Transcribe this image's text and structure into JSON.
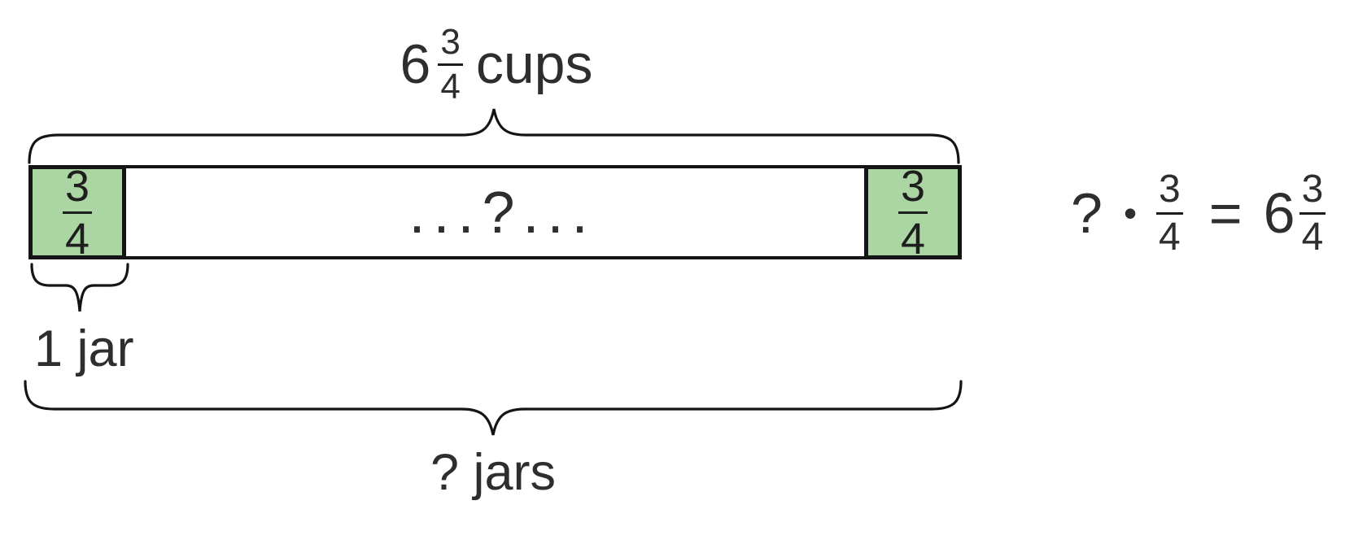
{
  "colors": {
    "cell_fill": "#abd5a2",
    "ink": "#2e2e2e",
    "line": "#141414"
  },
  "top_label": {
    "whole": "6",
    "fraction": {
      "num": "3",
      "den": "4"
    },
    "unit": "cups"
  },
  "bar": {
    "left_cell": {
      "num": "3",
      "den": "4"
    },
    "middle_text": ". . . ? . . .",
    "right_cell": {
      "num": "3",
      "den": "4"
    }
  },
  "labels": {
    "one_jar": "1 jar",
    "total_jars": "? jars"
  },
  "equation": {
    "factor_unknown": "?",
    "times_dot": "•",
    "fraction": {
      "num": "3",
      "den": "4"
    },
    "equals": "=",
    "result_whole": "6",
    "result_fraction": {
      "num": "3",
      "den": "4"
    }
  }
}
